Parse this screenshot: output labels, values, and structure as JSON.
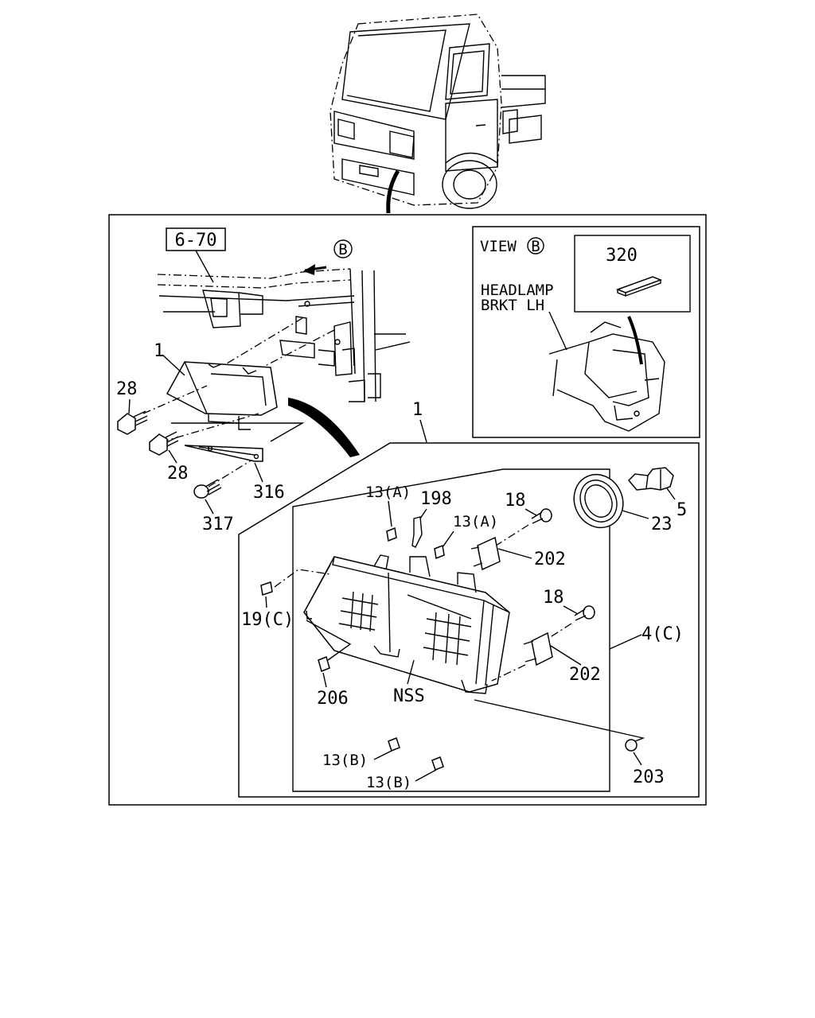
{
  "diagram": {
    "ref_box": "6-70",
    "view_arrow_letter": "B",
    "view_panel": {
      "title_text": "VIEW",
      "title_letter": "B",
      "part_label": "HEADLAMP",
      "part_label_line2": "BRKT LH",
      "callout_320": "320"
    },
    "callouts": {
      "c1_upper": "1",
      "c28_a": "28",
      "c28_b": "28",
      "c316": "316",
      "c317": "317",
      "c1_lower": "1",
      "c13a_1": "13(A)",
      "c198": "198",
      "c13a_2": "13(A)",
      "c18_a": "18",
      "c202_a": "202",
      "c5": "5",
      "c23": "23",
      "c18_b": "18",
      "c19c": "19(C)",
      "c4c": "4(C)",
      "c202_b": "202",
      "c206": "206",
      "nss": "NSS",
      "c13b_1": "13(B)",
      "c13b_2": "13(B)",
      "c203": "203"
    }
  }
}
